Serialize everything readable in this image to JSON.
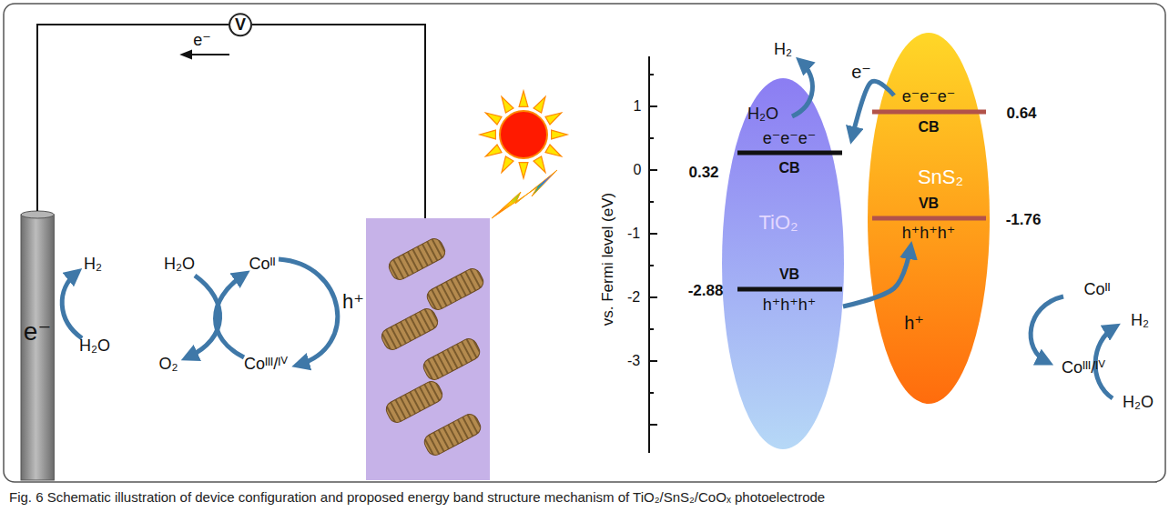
{
  "diagram": {
    "caption": "Fig. 6 Schematic illustration of device configuration and proposed energy band structure mechanism of TiO₂/SnS₂/CoOₓ photoelectrode",
    "nodes": [
      {
        "text": [
          "V"
        ]
      },
      {
        "text": [
          "e⁻"
        ]
      },
      {
        "text": [
          "TiO₂"
        ]
      },
      {
        "text": [
          "SnS₂"
        ]
      }
    ],
    "edges": [
      {
        "from": 1,
        "to": 0,
        "arrow": "none"
      },
      {
        "from": 3,
        "to": 2,
        "arrow": "to",
        "label": "e⁻"
      },
      {
        "from": 2,
        "to": 3,
        "arrow": "to",
        "label": "h⁺"
      }
    ],
    "labels": [
      "e⁻",
      "H₂",
      "H₂O",
      "H₂O",
      "O₂",
      "Coᴵᴵ",
      "Coᴵᴵᴵ/ᴵⱽ",
      "h⁺",
      "vs. Fermi level (eV)",
      "1",
      "0",
      "-1",
      "-2",
      "-3",
      "H₂",
      "H₂O",
      "0.32",
      "e⁻e⁻e⁻",
      "CB",
      "e⁻e⁻e⁻",
      "CB",
      "0.64",
      "VB",
      "h⁺h⁺h⁺",
      "-1.76",
      "VB",
      "h⁺h⁺h⁺",
      "-2.88",
      "Coᴵᴵ",
      "Coᴵᴵᴵ/ᴵⱽ",
      "H₂",
      "H₂O"
    ]
  }
}
